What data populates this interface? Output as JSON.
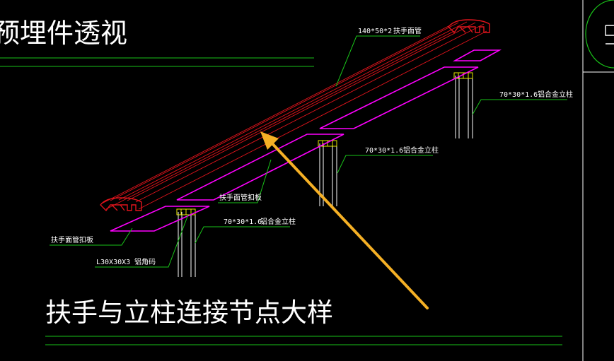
{
  "titles": {
    "top_title": "预埋件透视",
    "bottom_title": "扶手与立柱连接节点大样"
  },
  "labels": {
    "handrail_spec": "140*50*2",
    "handrail_name": "扶手面管",
    "post_spec_right": "70*30*1.6",
    "post_name_right": "铝合金立柱",
    "post_spec_mid": "70*30*1.6",
    "post_name_mid": "铝合金立柱",
    "cover_plate_mid": "扶手面管扣板",
    "post_spec_left": "70*30*1.6",
    "post_name_left": "铝合金立柱",
    "cover_plate_left": "扶手面管扣板",
    "angle_spec": "L30X30X3",
    "angle_name": "铝角码"
  },
  "colors": {
    "background": "#000000",
    "handrail": "#e0141c",
    "cover_plate": "#ff00ff",
    "leader": "#19c219",
    "post": "#ffffff",
    "bracket": "#e8e800",
    "arrow": "#f5b025",
    "text": "#ffffff"
  }
}
